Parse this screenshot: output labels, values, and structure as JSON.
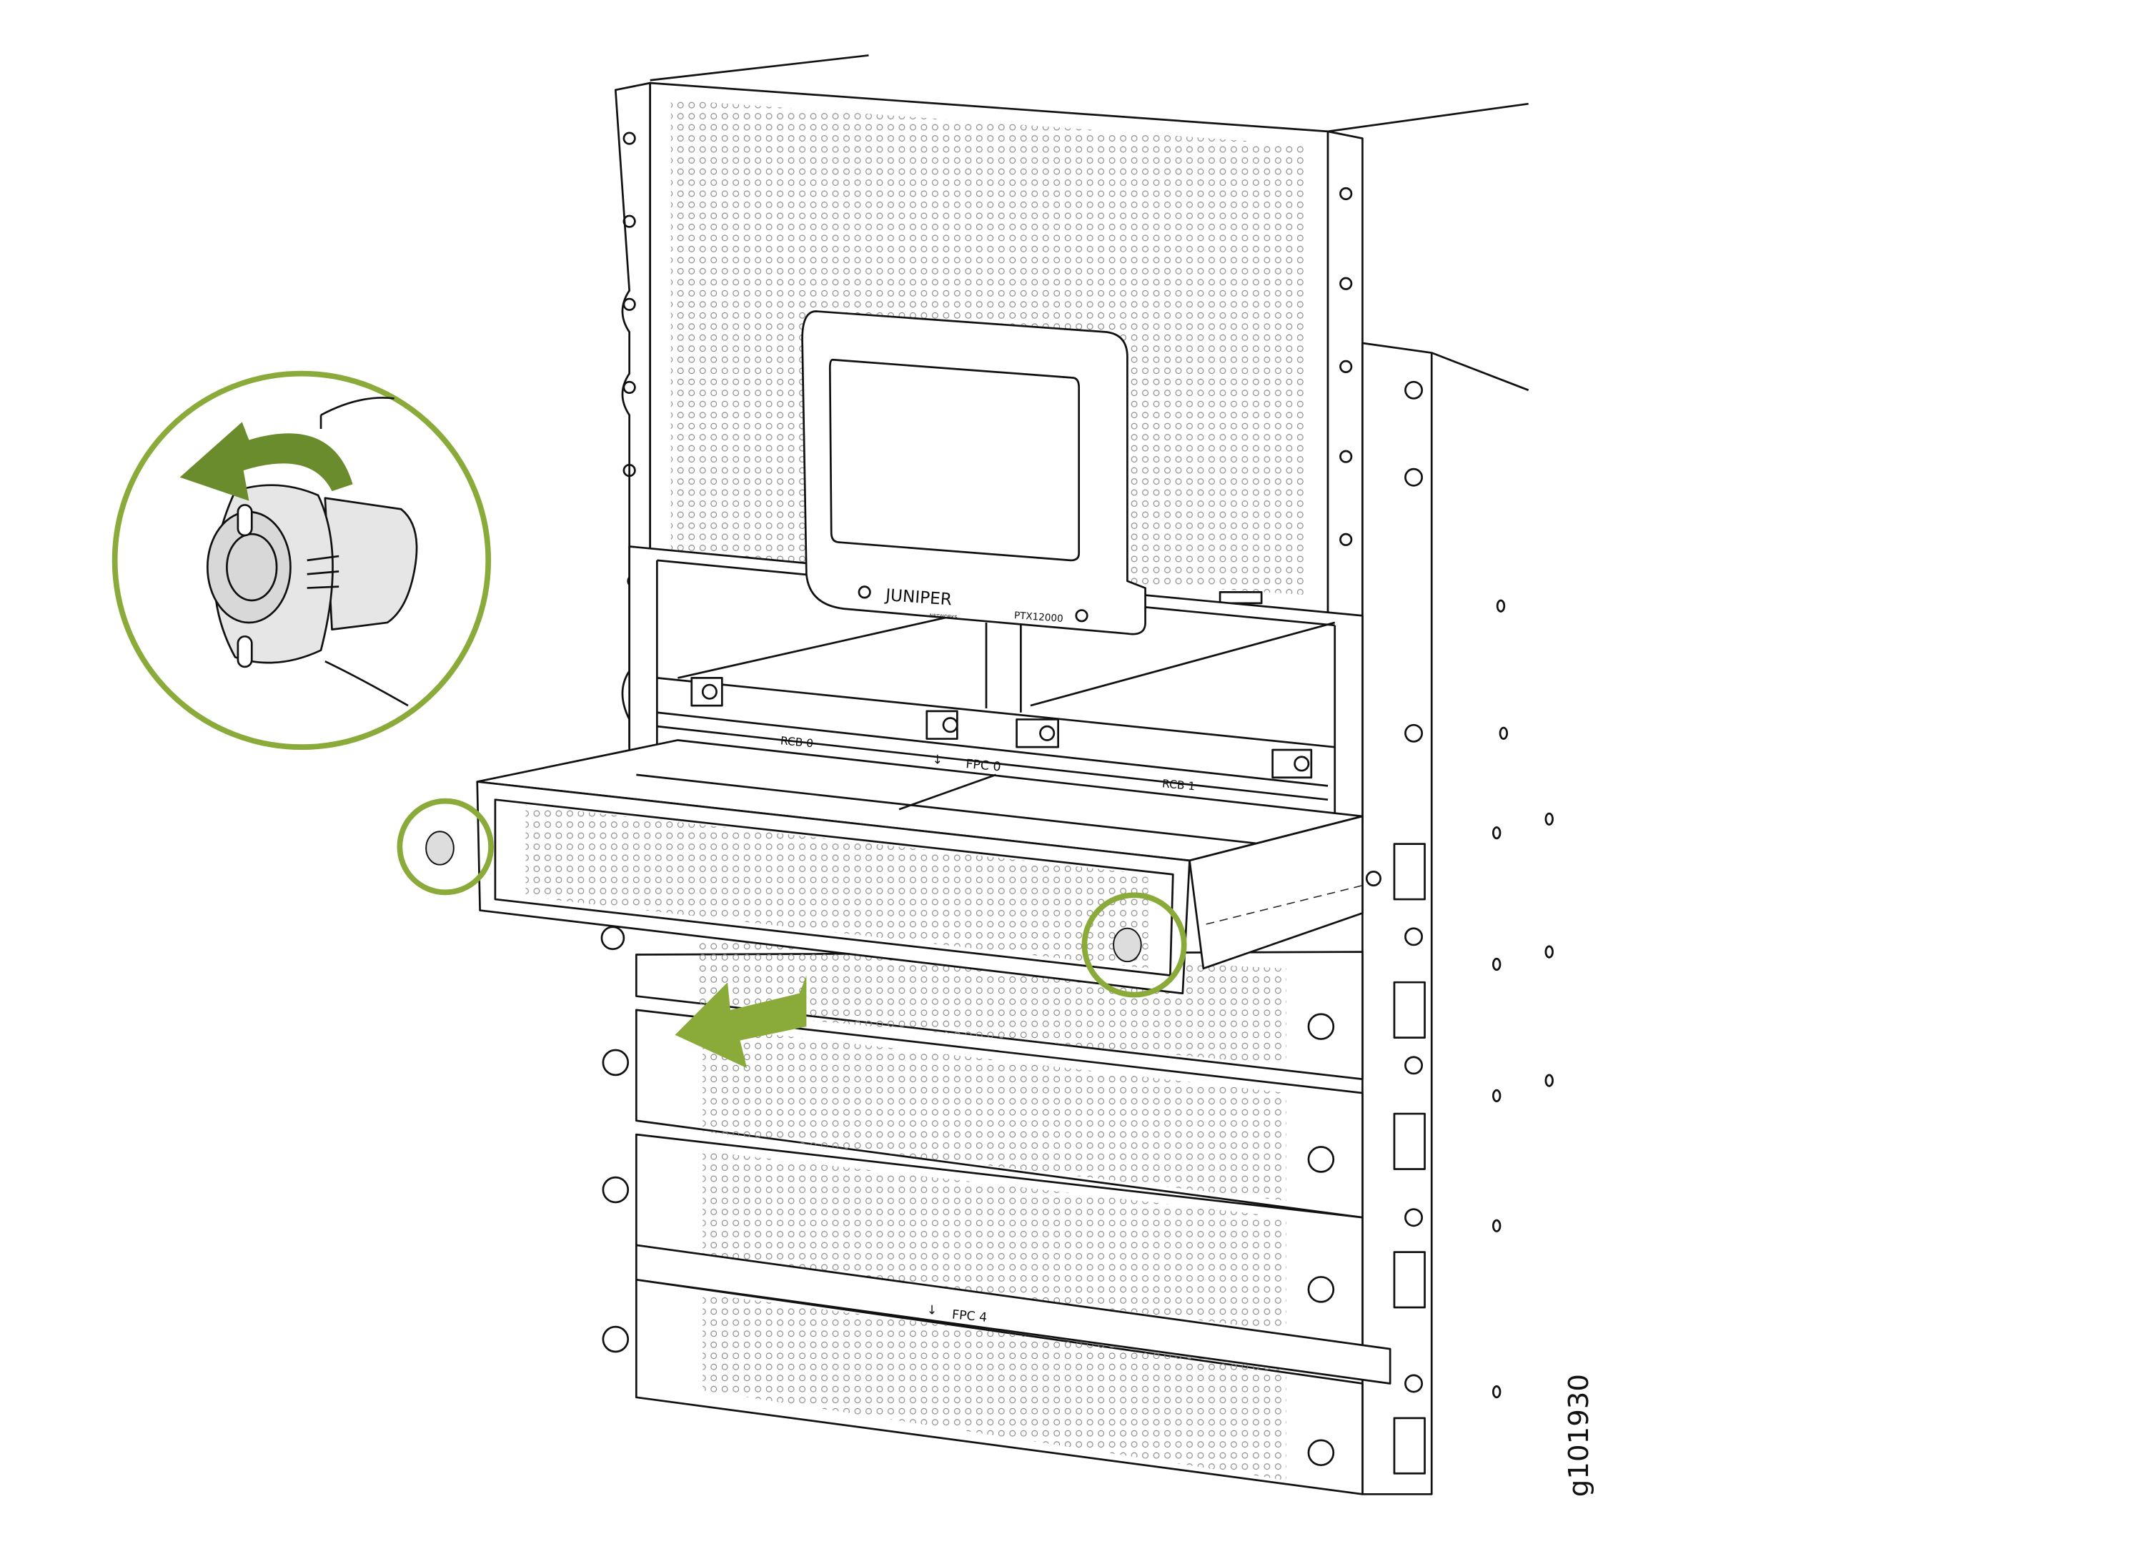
{
  "figure": {
    "id_label": "g101930",
    "device_model": "PTX12000",
    "logo": {
      "brand": "JUNIPER",
      "sub": "NETWORKS"
    },
    "slot_labels": {
      "rcb0": "RCB 0",
      "fpc0": "FPC 0",
      "rcb1": "RCB 1",
      "fpc4": "FPC 4"
    },
    "colors": {
      "highlight": "#8aab3a",
      "inset_arrow": "#6a8c2c",
      "component_fill": "#e6e6e6"
    },
    "icons": [
      "rotate-counterclockwise-arrow-icon",
      "pull-out-arrow-icon",
      "captive-screw-icon"
    ]
  }
}
